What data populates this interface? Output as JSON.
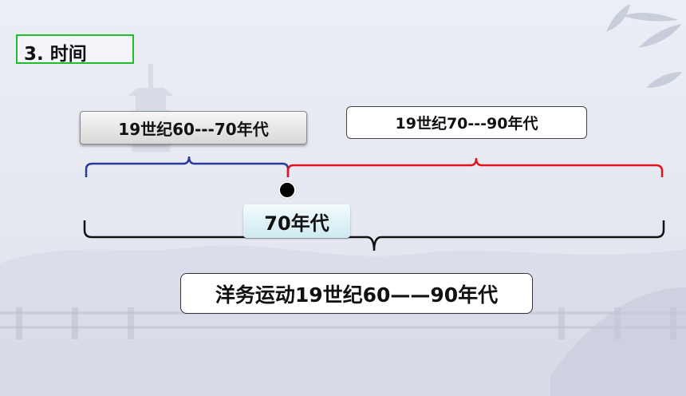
{
  "title": "3. 时间",
  "periods": {
    "first": "19世纪60---70年代",
    "second": "19世纪70---90年代",
    "divider": "70年代",
    "overall": "洋务运动19世纪60——90年代"
  },
  "colors": {
    "title_border": "#1fbf2a",
    "first_bracket": "#2b3a9a",
    "second_bracket": "#e0141c",
    "overall_bracket": "#111111"
  }
}
